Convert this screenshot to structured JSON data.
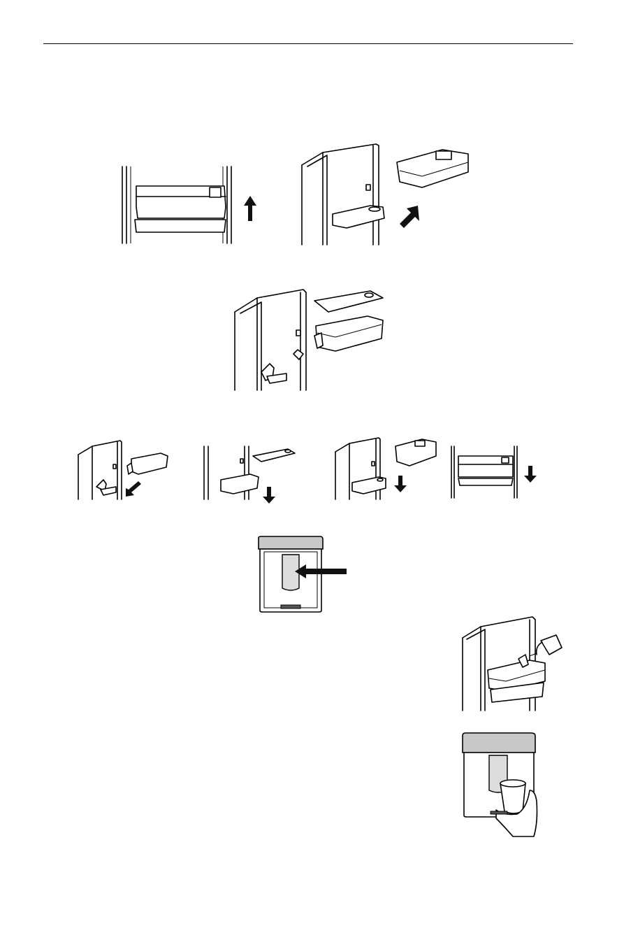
{
  "page": {
    "header_rule": true
  },
  "figures": [
    {
      "name": "figure-lift-door-bin",
      "icon": "door-bin-lift-up-illustration"
    },
    {
      "name": "figure-remove-water-tank",
      "icon": "water-tank-removal-illustration"
    },
    {
      "name": "figure-tank-lid-and-valve",
      "icon": "tank-exploded-view-illustration"
    },
    {
      "name": "figure-reinstall-valve",
      "icon": "valve-reinstall-illustration"
    },
    {
      "name": "figure-reinstall-lid",
      "icon": "lid-reinstall-illustration"
    },
    {
      "name": "figure-reinstall-tank",
      "icon": "tank-reinstall-illustration"
    },
    {
      "name": "figure-reinstall-bin",
      "icon": "bin-reinstall-illustration"
    },
    {
      "name": "figure-dispenser-paddle",
      "icon": "dispenser-paddle-press-illustration"
    },
    {
      "name": "figure-fill-tank",
      "icon": "tank-filling-jug-illustration"
    },
    {
      "name": "figure-dispense-water",
      "icon": "cup-at-dispenser-illustration"
    }
  ],
  "colors": {
    "ink": "#000000",
    "panel_grey": "#c8c8c8",
    "dark_slot": "#555555"
  }
}
